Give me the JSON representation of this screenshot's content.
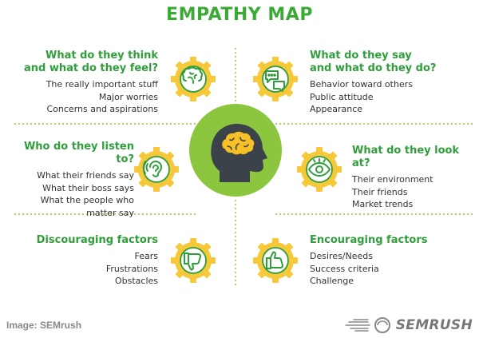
{
  "title": "EMPATHY MAP",
  "colors": {
    "accent_green": "#3aaa35",
    "gear_yellow": "#f7c93a",
    "center_green": "#8cc63f",
    "head_dark": "#3b4249",
    "brain_yellow": "#f6c026"
  },
  "sections": {
    "think_feel": {
      "heading_line1": "What do they think",
      "heading_line2": "and what do they feel?",
      "items": [
        "The really important stuff",
        "Major worries",
        "Concerns and aspirations"
      ],
      "icon": "brain-icon"
    },
    "say_do": {
      "heading_line1": "What do they say",
      "heading_line2": "and what do they do?",
      "items": [
        "Behavior toward others",
        "Public attitude",
        "Appearance"
      ],
      "icon": "speech-bubbles-icon"
    },
    "listen": {
      "heading_line1": "Who do they listen to?",
      "items": [
        "What their friends say",
        "What their boss says",
        "What the people who",
        "matter say"
      ],
      "icon": "ear-icon"
    },
    "look": {
      "heading_line1": "What do they look at?",
      "items": [
        "Their environment",
        "Their friends",
        "Market trends"
      ],
      "icon": "eye-icon"
    },
    "discouraging": {
      "heading_line1": "Discouraging factors",
      "items": [
        "Fears",
        "Frustrations",
        "Obstacles"
      ],
      "icon": "thumbs-down-icon"
    },
    "encouraging": {
      "heading_line1": "Encouraging factors",
      "items": [
        "Desires/Needs",
        "Success criteria",
        "Challenge"
      ],
      "icon": "thumbs-up-icon"
    }
  },
  "footer": {
    "caption": "Image: SEMrush",
    "brand": "SEMRUSH"
  }
}
